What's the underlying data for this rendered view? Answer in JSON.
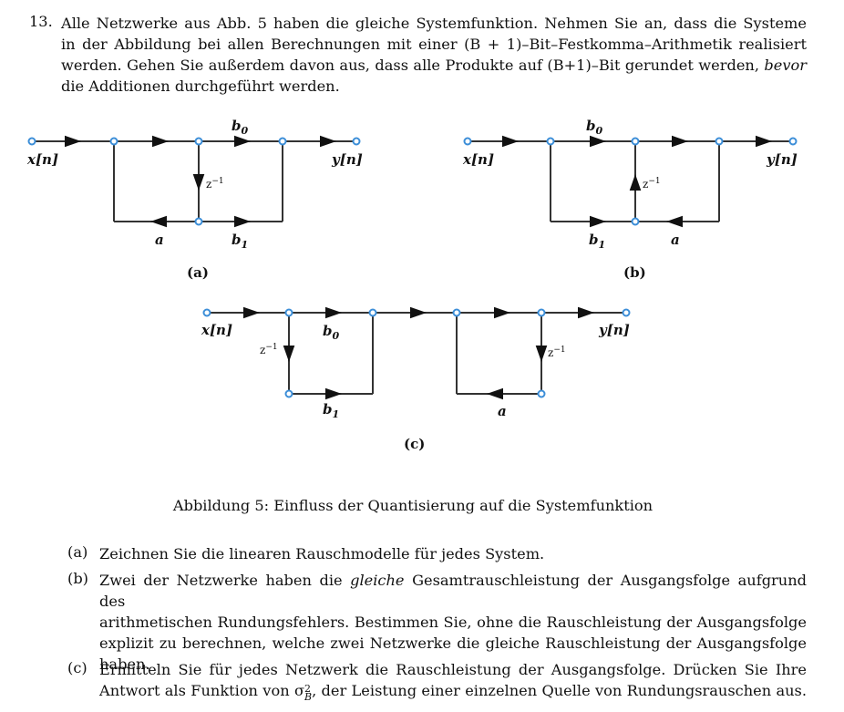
{
  "problem": {
    "number": "13.",
    "intro_line1": "Alle Netzwerke aus Abb. 5 haben die gleiche Systemfunktion. Nehmen Sie an, dass die Systeme",
    "intro_line2": "in der Abbildung bei allen Berechnungen mit einer (B + 1)–Bit–Festkomma–Arithmetik realisiert",
    "intro_line3_a": "werden. Gehen Sie außerdem davon aus, dass alle Produkte auf (B+1)–Bit gerundet werden,",
    "intro_line3_em": "bevor",
    "intro_line4": "die Additionen durchgeführt werden."
  },
  "figure": {
    "caption": "Abbildung 5: Einfluss der Quantisierung auf die Systemfunktion",
    "panels": {
      "a": {
        "label": "(a)",
        "input": "x[n]",
        "output": "y[n]",
        "b0": "b0",
        "b1": "b1",
        "a": "a",
        "delay": "z⁻¹"
      },
      "b": {
        "label": "(b)",
        "input": "x[n]",
        "output": "y[n]",
        "b0": "b0",
        "b1": "b1",
        "a": "a",
        "delay": "z⁻¹"
      },
      "c": {
        "label": "(c)",
        "input": "x[n]",
        "output": "y[n]",
        "b0": "b0",
        "b1": "b1",
        "a": "a",
        "delay1": "z⁻¹",
        "delay2": "z⁻¹"
      }
    }
  },
  "questions": [
    {
      "label": "(a)",
      "lines": [
        "Zeichnen Sie die linearen Rauschmodelle für jedes System."
      ]
    },
    {
      "label": "(b)",
      "line1_a": "Zwei der Netzwerke haben die",
      "line1_em": "gleiche",
      "line1_b": "Gesamtrauschleistung der Ausgangsfolge aufgrund des",
      "lines": [
        "arithmetischen Rundungsfehlers. Bestimmen Sie, ohne die Rauschleistung der Ausgangsfolge",
        "explizit zu berechnen, welche zwei Netzwerke die gleiche Rauschleistung der Ausgangsfolge",
        "haben."
      ]
    },
    {
      "label": "(c)",
      "line1": "Ermitteln Sie für jedes Netzwerk die Rauschleistung der Ausgangsfolge. Drücken Sie Ihre",
      "line2_a": "Antwort als Funktion von σ",
      "line2_sup": "2",
      "line2_sub": "B",
      "line2_b": ", der Leistung einer einzelnen Quelle von Rundungsrauschen aus."
    }
  ]
}
